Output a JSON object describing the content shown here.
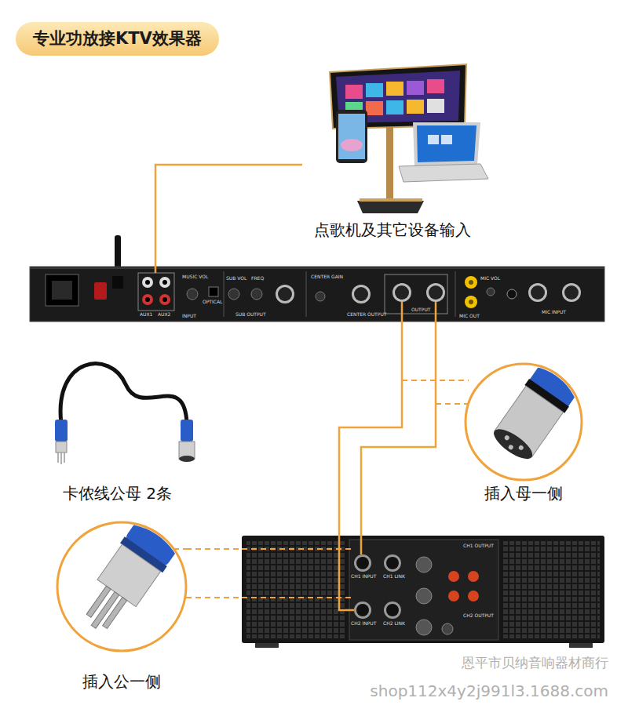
{
  "diagram": {
    "title": "专业功放接KTV效果器",
    "nodes": [
      {
        "text": [
          "点歌机及其它设备输入"
        ]
      },
      {
        "text": [
          "AUX1",
          "AUX2",
          "MUSIC VOL",
          "INPUT",
          "OPTICAL",
          "SUB VOL",
          "FREQ",
          "SUB OUTPUT",
          "CENTER GAIN",
          "CENTER OUTPUT",
          "OUTPUT",
          "MIC VOL",
          "MIC OUT",
          "MIC INPUT"
        ]
      },
      {
        "text": [
          "插入母一侧"
        ]
      },
      {
        "text": [
          "插入公一侧"
        ]
      },
      {
        "text": [
          "CH1 INPUT",
          "CH1 LINK",
          "CH2 INPUT",
          "CH2 LINK",
          "CH1 OUTPUT",
          "CH2 OUTPUT"
        ]
      }
    ],
    "edges": [
      {
        "from": 0,
        "to": 1,
        "arrow": "none"
      },
      {
        "from": 1,
        "to": 4,
        "arrow": "none"
      },
      {
        "from": 1,
        "to": 4,
        "arrow": "none"
      },
      {
        "from": 3,
        "to": 4,
        "arrow": "none"
      },
      {
        "from": 3,
        "to": 4,
        "arrow": "none"
      }
    ],
    "labels": [
      "卡侬线公母 2条",
      "恩平市贝纳音响器材商行",
      "shop112x4y2j991l3.1688.com"
    ]
  }
}
